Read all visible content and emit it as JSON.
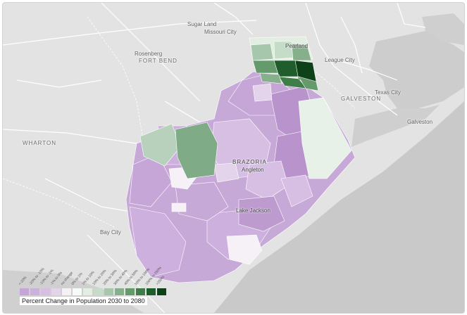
{
  "places": {
    "sugar_land": "Sugar Land",
    "missouri_city": "Missouri City",
    "pearland": "Pearland",
    "league_city": "League City",
    "rosenberg": "Rosenberg",
    "fort_bend": "FORT BEND",
    "texas_city": "Texas City",
    "galveston_county": "GALVESTON",
    "galveston_city": "Galveston",
    "wharton": "WHARTON",
    "brazoria": "BRAZORIA",
    "angleton": "Angleton",
    "lake_jackson": "Lake Jackson",
    "bay_city": "Bay City"
  },
  "legend": {
    "title": "Percent Change in Population 2030 to 2080",
    "classes": [
      {
        "label": "<-20%",
        "color": "#c5a6d6"
      },
      {
        "label": "-20% to -10%",
        "color": "#cdb0dd"
      },
      {
        "label": "-10% to -1%",
        "color": "#d6bfe3"
      },
      {
        "label": "-1% to 0%",
        "color": "#e3d4ec"
      },
      {
        "label": "no change",
        "color": "#f5f1f7"
      },
      {
        "label": "0% to 1%",
        "color": "#f7fbf7"
      },
      {
        "label": "1% to 10%",
        "color": "#e2eee2"
      },
      {
        "label": "10% to 20%",
        "color": "#c5dcc8"
      },
      {
        "label": "20% to 30%",
        "color": "#a7c7ac"
      },
      {
        "label": "30% to 40%",
        "color": "#86b08c"
      },
      {
        "label": "40% to 50%",
        "color": "#659a6d"
      },
      {
        "label": "50% to 100%",
        "color": "#3f7d49"
      },
      {
        "label": "100% to 250%",
        "color": "#1f5e2c"
      },
      {
        "label": ">250%",
        "color": "#0d4218"
      }
    ]
  },
  "colors": {
    "land": "#e3e3e3",
    "water": "#c9c9c9",
    "roads": "#ffffff",
    "boundary": "#ffffff"
  }
}
